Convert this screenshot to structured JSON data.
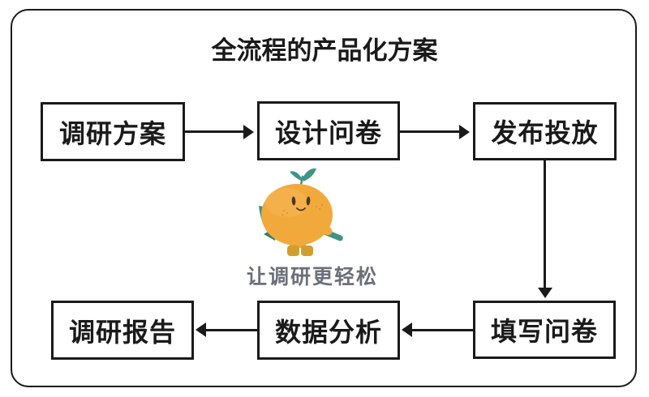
{
  "diagram": {
    "title": "全流程的产品化方案",
    "tagline": "让调研更轻松",
    "nodes": [
      {
        "id": "survey-plan",
        "label": "调研方案"
      },
      {
        "id": "design-questionnaire",
        "label": "设计问卷"
      },
      {
        "id": "publish-launch",
        "label": "发布投放"
      },
      {
        "id": "fill-questionnaire",
        "label": "填写问卷"
      },
      {
        "id": "data-analysis",
        "label": "数据分析"
      },
      {
        "id": "research-report",
        "label": "调研报告"
      }
    ],
    "edges": [
      {
        "from": "survey-plan",
        "to": "design-questionnaire"
      },
      {
        "from": "design-questionnaire",
        "to": "publish-launch"
      },
      {
        "from": "publish-launch",
        "to": "fill-questionnaire"
      },
      {
        "from": "fill-questionnaire",
        "to": "data-analysis"
      },
      {
        "from": "data-analysis",
        "to": "research-report"
      }
    ],
    "colors": {
      "border": "#1A1A1A",
      "title_text": "#1A1A1A",
      "tagline": "#6B6F7A",
      "background": "#FFFFFF",
      "mascot_body": "#F2A93C",
      "mascot_body_shade": "#EFA437",
      "mascot_leaf": "#3F9387",
      "mascot_leaf_dark": "#2F7E72",
      "mascot_boots": "#D19E2E",
      "mascot_face": "#4A3726",
      "mascot_freckle": "#DE8F2E"
    }
  }
}
